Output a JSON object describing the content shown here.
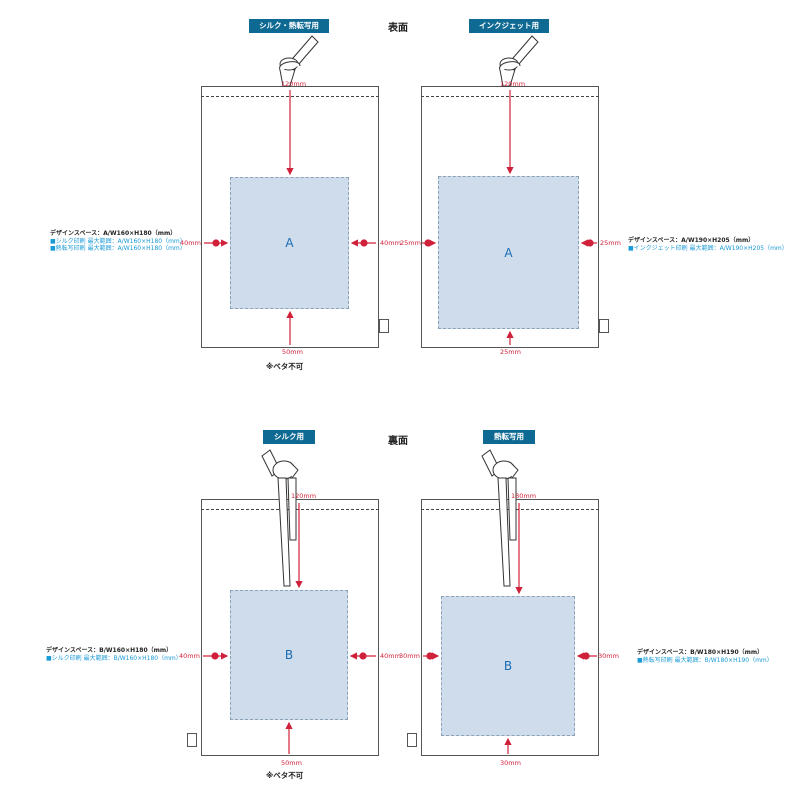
{
  "front": {
    "title": "表面",
    "left": {
      "badge": "シルク・熱転写用",
      "area_label": "A",
      "top": "120mm",
      "bottom": "50mm",
      "side_left": "40mm",
      "side_right": "40mm",
      "note": "※ベタ不可",
      "spec_main": "デザインスペース：A/W160×H180（mm）",
      "spec_sub1": "■シルク印刷 最大範囲：A/W160×H180（mm）",
      "spec_sub2": "■熱転写印刷 最大範囲：A/W160×H180（mm）"
    },
    "right": {
      "badge": "インクジェット用",
      "area_label": "A",
      "top": "120mm",
      "bottom": "25mm",
      "side_left": "25mm",
      "side_right": "25mm",
      "spec_main": "デザインスペース：A/W190×H205（mm）",
      "spec_sub1": "■インクジェット印刷 最大範囲：A/W190×H205（mm）"
    }
  },
  "back": {
    "title": "裏面",
    "left": {
      "badge": "シルク用",
      "area_label": "B",
      "top": "120mm",
      "bottom": "50mm",
      "side_left": "40mm",
      "side_right": "40mm",
      "note": "※ベタ不可",
      "spec_main": "デザインスペース：B/W160×H180（mm）",
      "spec_sub1": "■シルク印刷 最大範囲：B/W160×H180（mm）"
    },
    "right": {
      "badge": "熱転写用",
      "area_label": "B",
      "top": "130mm",
      "bottom": "30mm",
      "side_left": "30mm",
      "side_right": "30mm",
      "spec_main": "デザインスペース：B/W180×H190（mm）",
      "spec_sub1": "■熱転写印刷 最大範囲：B/W180×H190（mm）"
    }
  },
  "colors": {
    "badge": "#0f6a93",
    "measure": "#d0213a",
    "area": "#cfdcec",
    "area_label": "#1a6cb5",
    "spec_sub": "#1a9ad6"
  }
}
